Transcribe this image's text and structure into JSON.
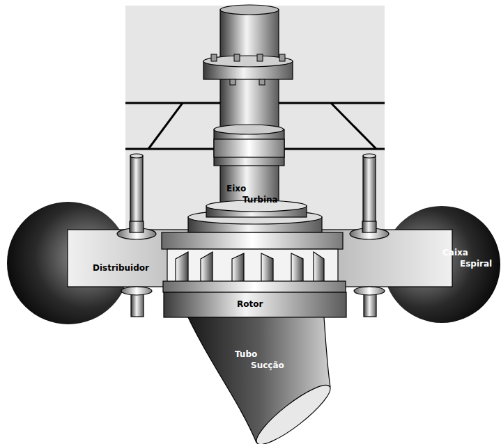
{
  "diagram": {
    "labels": [
      "Eixo Turbina",
      "Distribuidor",
      "Caixa Espiral",
      "Rotor",
      "Tubo Sucção"
    ]
  }
}
